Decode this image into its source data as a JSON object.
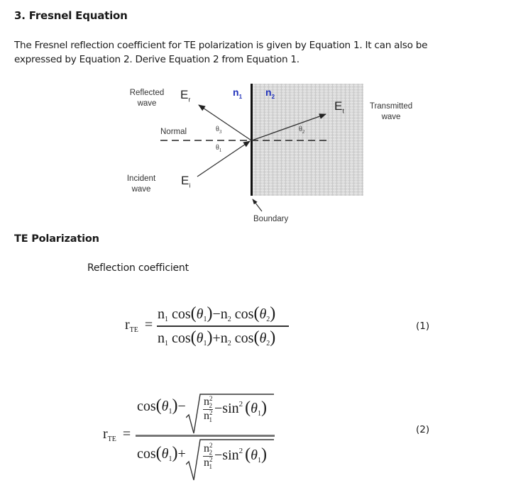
{
  "section": {
    "number": "3.",
    "title": "Fresnel Equation",
    "heading": "3.  Fresnel Equation",
    "intro_line1": "The Fresnel reflection coefficient for TE polarization is given by Equation 1. It can also be",
    "intro_line2": "expressed by Equation 2. Derive Equation 2 from Equation 1."
  },
  "diagram": {
    "reflected_label_1": "Reflected",
    "reflected_label_2": "wave",
    "reflected_field": "E",
    "reflected_field_sub": "r",
    "incident_label_1": "Incident",
    "incident_label_2": "wave",
    "incident_field": "E",
    "incident_field_sub": "i",
    "transmitted_label_1": "Transmitted",
    "transmitted_label_2": "wave",
    "transmitted_field": "E",
    "transmitted_field_sub": "t",
    "normal_label": "Normal",
    "medium1": "n",
    "medium1_sub": "1",
    "medium2": "n",
    "medium2_sub": "2",
    "theta_symbol": "θ",
    "theta1_sub": "1",
    "theta2_sub": "2",
    "theta3_sub": "3",
    "boundary_label": "Boundary",
    "colors": {
      "medium_label": "#2233bb",
      "grid_fill": "#d4d4d4",
      "boundary": "#111111"
    }
  },
  "te": {
    "heading": "TE Polarization",
    "subheading": "Reflection coefficient"
  },
  "equations": [
    {
      "number": "(1)",
      "lhs": "r",
      "lhs_sub": "TE",
      "eq": "=",
      "numerator": "n₁ cos(θ₁) − n₂ cos(θ₂)",
      "denominator": "n₁ cos(θ₁) + n₂ cos(θ₂)"
    },
    {
      "number": "(2)",
      "lhs": "r",
      "lhs_sub": "TE",
      "eq": "=",
      "numerator": "cos(θ₁) − √(n₂²/n₁² − sin²(θ₁))",
      "denominator": "cos(θ₁) + √(n₂²/n₁² − sin²(θ₁))"
    }
  ],
  "math_tokens": {
    "n": "n",
    "cos": "cos",
    "sin": "sin",
    "theta": "θ",
    "one": "1",
    "two": "2",
    "minus": "−",
    "plus": "+",
    "lparen": "(",
    "rparen": ")",
    "r": "r",
    "te": "TE",
    "eq": "="
  }
}
